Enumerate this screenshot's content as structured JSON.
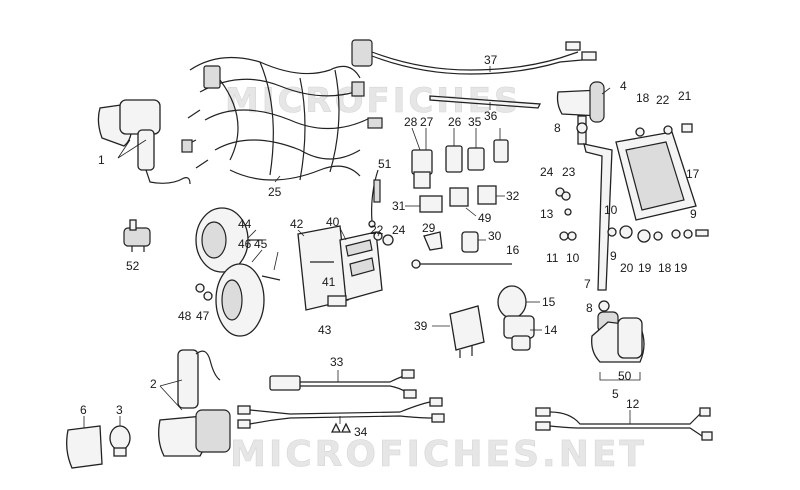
{
  "watermark": {
    "top": "MICROFICHES",
    "bottom": "MICROFICHES.NET"
  },
  "labels": {
    "l1": "1",
    "l2": "2",
    "l3": "3",
    "l4": "4",
    "l5": "5",
    "l6": "6",
    "l7": "7",
    "l8a": "8",
    "l8b": "8",
    "l9a": "9",
    "l9b": "9",
    "l10a": "10",
    "l10b": "10",
    "l11": "11",
    "l12": "12",
    "l13": "13",
    "l14": "14",
    "l15": "15",
    "l16": "16",
    "l17": "17",
    "l18a": "18",
    "l18b": "18",
    "l19a": "19",
    "l19b": "19",
    "l20": "20",
    "l21": "21",
    "l22a": "22",
    "l22b": "22",
    "l23": "23",
    "l24a": "24",
    "l24b": "24",
    "l25": "25",
    "l26": "26",
    "l27": "27",
    "l28": "28",
    "l29": "29",
    "l30": "30",
    "l31": "31",
    "l32": "32",
    "l33": "33",
    "l34": "34",
    "l35": "35",
    "l36": "36",
    "l37": "37",
    "l39": "39",
    "l40": "40",
    "l41": "41",
    "l42": "42",
    "l43": "43",
    "l44": "44",
    "l45": "45",
    "l46": "46",
    "l47": "47",
    "l48": "48",
    "l49": "49",
    "l50": "50",
    "l51": "51",
    "l52": "52"
  }
}
